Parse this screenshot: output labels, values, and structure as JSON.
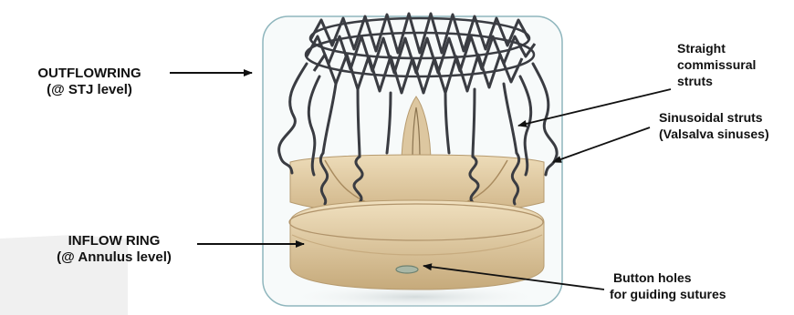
{
  "labels": {
    "outflow": {
      "line1": "OUTFLOWRING",
      "line2": "(@ STJ level)"
    },
    "inflow": {
      "line1": "INFLOW RING",
      "line2": "(@ Annulus level)"
    },
    "straight": {
      "line1": "Straight",
      "line2": "commissural",
      "line3": "struts"
    },
    "sinusoidal": {
      "line1": "Sinusoidal struts",
      "line2": "(Valsalva sinuses)"
    },
    "button": {
      "line1": "Button holes",
      "line2": "for guiding sutures"
    }
  },
  "colors": {
    "text": "#111111",
    "stent_wire": "#3a3c42",
    "tissue": "#e7d3ad",
    "tissue_shadow": "#c9ad80",
    "box_border": "#8fb6bd"
  }
}
